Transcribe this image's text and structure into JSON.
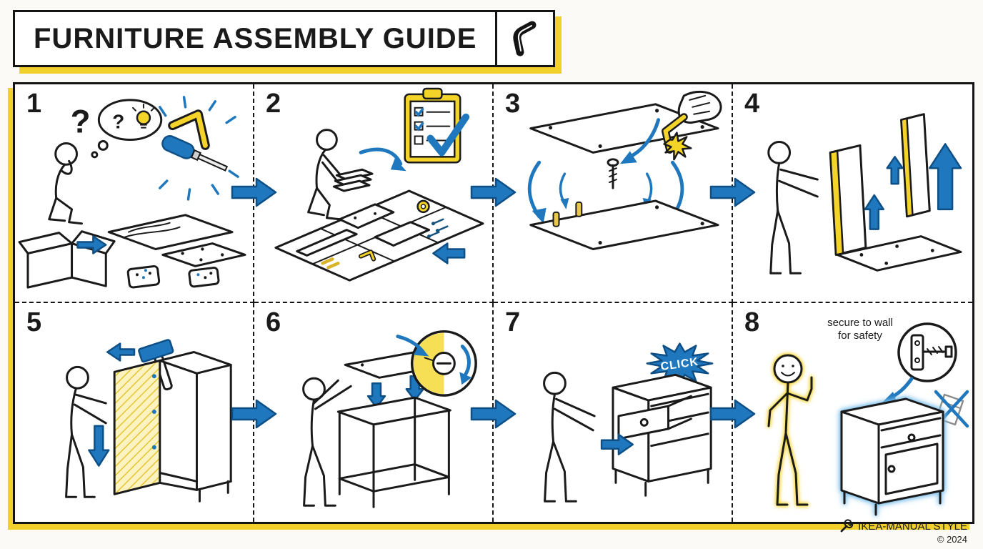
{
  "header": {
    "title": "FURNITURE ASSEMBLY GUIDE"
  },
  "steps": [
    {
      "number": "1"
    },
    {
      "number": "2"
    },
    {
      "number": "3"
    },
    {
      "number": "4"
    },
    {
      "number": "5"
    },
    {
      "number": "6"
    },
    {
      "number": "7"
    },
    {
      "number": "8"
    }
  ],
  "panel1": {
    "question_mark": "?",
    "bubble_question_mark": "?"
  },
  "panel7": {
    "click_label": "CLICK"
  },
  "panel8": {
    "wall_note_line1": "secure to wall",
    "wall_note_line2": "for safety"
  },
  "footer": {
    "brand": "IKEA-MANUAL STYLE",
    "copyright": "© 2024"
  },
  "colors": {
    "accent_blue": "#1f77bd",
    "accent_yellow": "#f5d42a",
    "ink": "#1a1a1a"
  },
  "icons": [
    "allen-key-icon",
    "screwdriver-icon",
    "thought-bubble-icon",
    "lightbulb-icon",
    "checklist-icon",
    "hammer-icon",
    "cam-lock-detail-icon",
    "click-burst",
    "wall-anchor-detail-icon",
    "no-tip-icon",
    "flow-arrow-icon",
    "tool-icon"
  ]
}
